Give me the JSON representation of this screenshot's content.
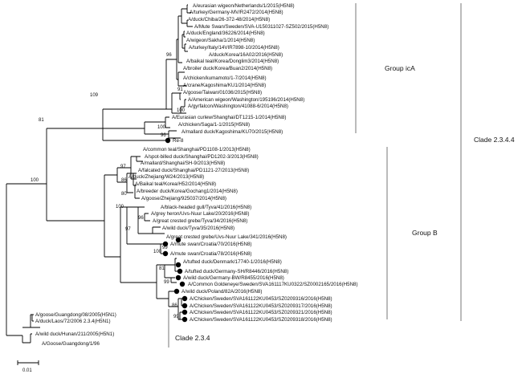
{
  "group_labels": {
    "group_ica": "Group icA",
    "group_b": "Group B",
    "clade_2344": "Clade 2.3.4.4",
    "clade_234": "Clade 2.3.4"
  },
  "scale_bar": {
    "label": "0.01"
  },
  "taxa": [
    "A/eurasian wigeon/Netherlands/1/2015(H5N8)",
    "A/turkey/Germany-MV/R2472/2014(H5N8)",
    "A/duck/Chiba/26-372-48/2014(H5N8)",
    "A/Mute Swan/Sweden/SVA-U150311027-SZ502/2015(H5N8)",
    "A/duck/England/36226/2014(H5N8)",
    "A/wigeon/Sakha/1/2014(H5N8)",
    "A/turkey/Italy/14VIR7898-10/2014(H5N8)",
    "A/duck/Korea/16A02/2016(H5N8)",
    "A/baikal teal/Korea/Donglim3/2014(H5N8)",
    "A/broiler duck/Korea/Buan2/2014(H5N8)",
    "A/chicken/kumamoto/1-7/2014(H5N8)",
    "A/crane/Kagoshima/KU1/2014(H5N8)",
    "A/goose/Taiwan/01036/2015(H5N8)",
    "A/American wigeon/Washington/195196/2014(H5N8)",
    "A/gyrfalcon/Washington/41088-6/2014(H5N8)",
    "A/Eurasian curlew/Shanghai/DT1215-1/2014(H5N8)",
    "A/chicken/Saga/1-1/2015(H5N8)",
    "A/mallard duck/Kagoshima/KU70/2015(H5N8)",
    "Re-8",
    "A/common teal/Shanghai/PD1108-1/2013(H5N8)",
    "A/spot-billed duck/Shanghai/PD1202-3/2013(H5N8)",
    "A/mallard/Shanghai/SH-9/2013(H5N8)",
    "A/falcated duck/Shanghai/PD1121-27/2013(H5N8)",
    "A/duck/Zhejiang/W24/2013(H5N8)",
    "A/Baikal teal/Korea/H52/2014(H5N8)",
    "A/breeder duck/Korea/Gochang1/2014(H5N8)",
    "A/goose/Zhejiang/925037/2014(H5N8)",
    "A/black-headed gull/Tyva/41/2016(H5N8)",
    "A/grey heron/Uvs-Nuur Lake/20/2016(H5N8)",
    "A/great crested grebe/Tyva/34/2016(H5N8)",
    "A/wild duck/Tyva/35/2016(H5N8)",
    "A/great crested grebe/Uvs-Nuur Lake/341/2016(H5N8)",
    "A/mute swan/Croatia/70/2016(H5N8)",
    "A/mute swan/Croatia/78/2016(H5N8)",
    "A/tufted duck/Denmark/17740-1/2016(H5N8)",
    "A/tufted duck/Germany-SH/R8446/2016(H5N8)",
    "A/wild duck/Germany-BW/R8455/2016(H5N8)",
    "A/Common Goldeneye/Sweden/SVA161117KU0322/SZ0002165/2016(H5N8)",
    "A/wild duck/Poland/82A/2016(H5N8)",
    "A/Chicken/Sweden/SVA161122KU0453/SZ0209316/2016(H5N8)",
    "A/Chicken/Sweden/SVA161122KU0453/SZ0209317/2016(H5N8)",
    "A/Chicken/Sweden/SVA161122KU0453/SZ0209321/2016(H5N8)",
    "A/Chicken/Sweden/SVA161122KU0453/SZ0209318/2016(H5N8)",
    "A/goose/Guangdong/08/2005(H5N1)",
    "A/duck/Laos/72/2006 2.3.4(H5N1)",
    "A/wild duck/Hunan/211/2005(H5N1)",
    "A/Goose/Guangdong/1/96"
  ],
  "bootstrap": {
    "root_2344": "100",
    "group_ica": "81",
    "ica_core": "109",
    "ica_upper": "96",
    "ica_crane": "91",
    "ica_washington": "100",
    "ica_saga": "100",
    "ica_mallard": "96",
    "grp_b_china": "97",
    "grp_b_zhejiang": "86",
    "grp_b_korea": "80",
    "grp_b_goose": "100",
    "grp_b_main": "97",
    "grp_b_tyva": "96",
    "grp_b_croatia": "99",
    "grp_b_croatia_inner": "100",
    "grp_b_europe": "81",
    "grp_b_germany": "99",
    "grp_b_sweden": "86",
    "grp_b_sweden_inner": "99"
  }
}
